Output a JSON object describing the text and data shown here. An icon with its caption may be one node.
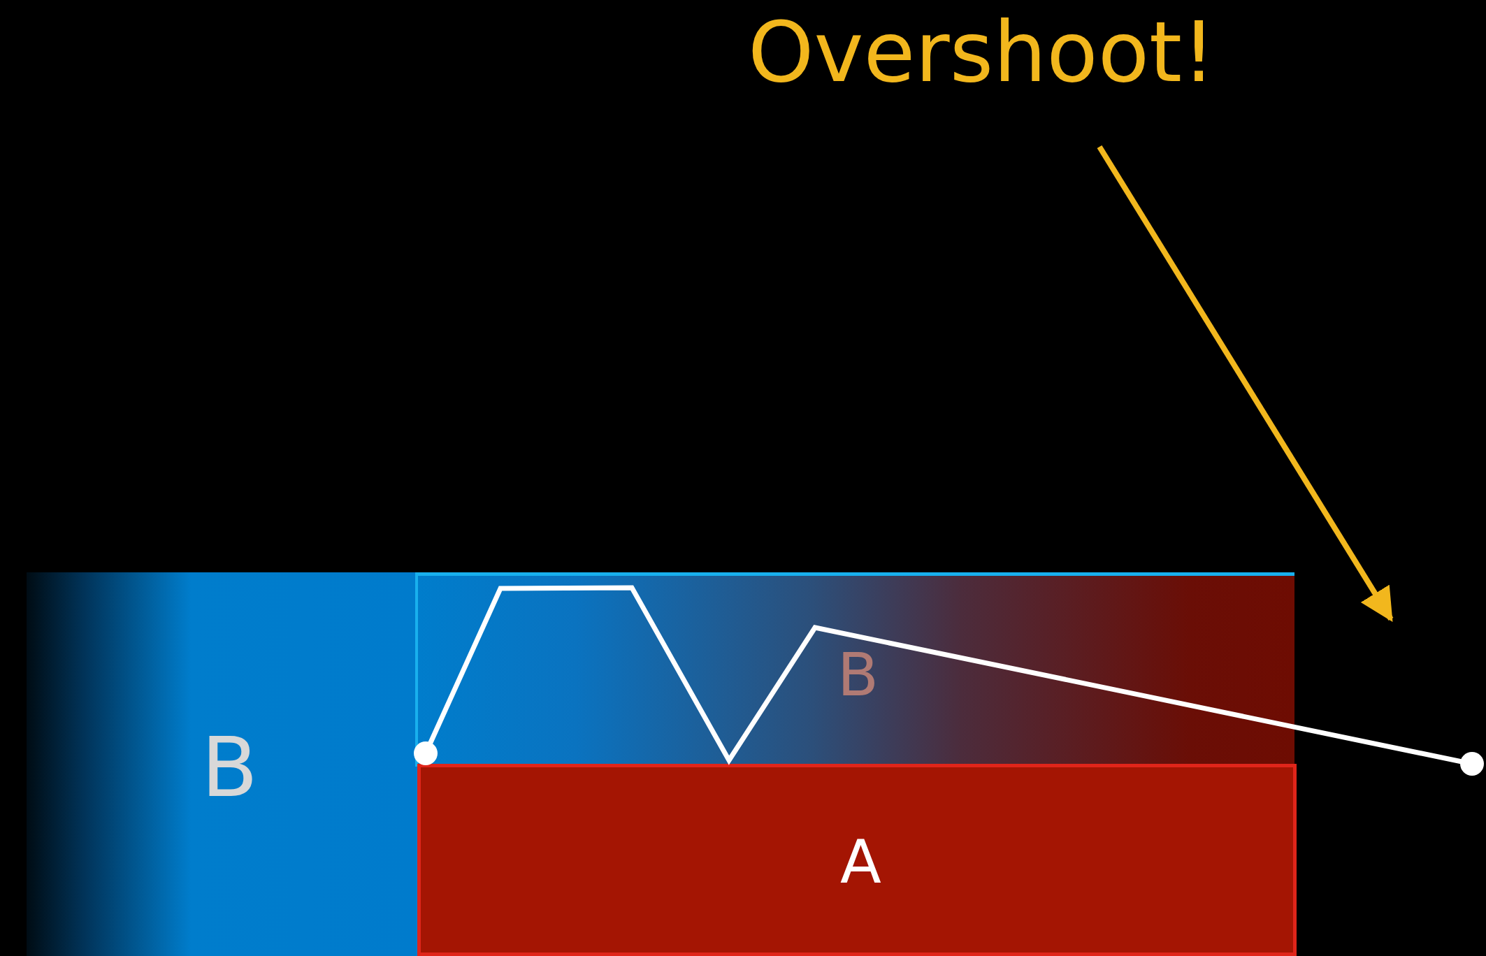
{
  "diagram": {
    "nodes": [
      {
        "text": [
          "B"
        ]
      },
      {
        "text": [
          "B"
        ]
      },
      {
        "text": [
          "A"
        ]
      }
    ],
    "labels": [
      "Overshoot!"
    ]
  }
}
